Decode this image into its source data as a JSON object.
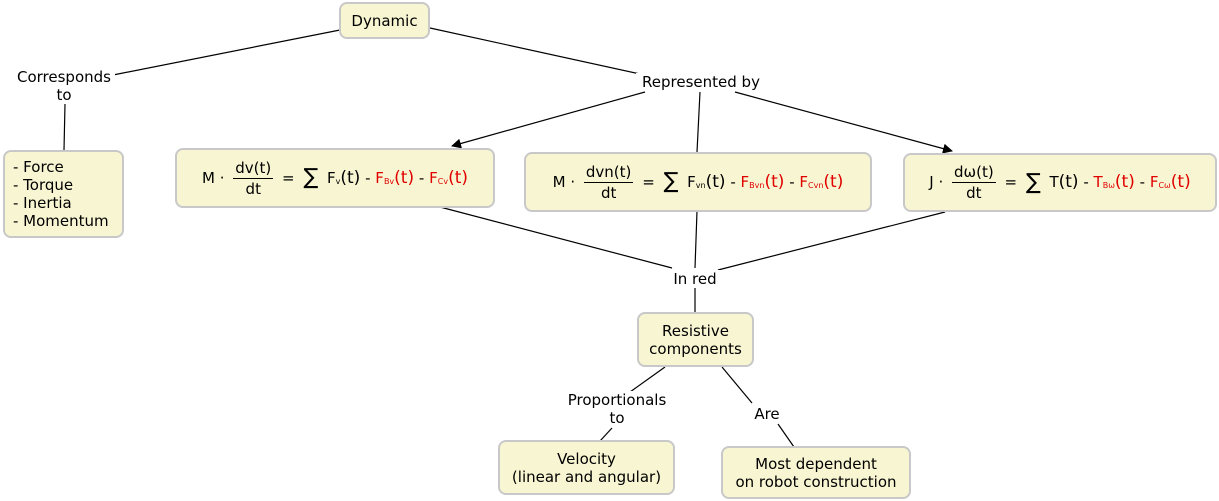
{
  "nodes": {
    "dynamic": "Dynamic",
    "list_items": [
      "- Force",
      "- Torque",
      "- Inertia",
      "- Momentum"
    ],
    "eq1": {
      "lhs": "M ·",
      "num": "dv(t)",
      "den": "dt",
      "eq": "=",
      "sum": "∑",
      "f": "F",
      "f_sub": "v",
      "t": "(t)",
      "minus1": "-",
      "r1": "F",
      "r1_sub": "Bv",
      "minus2": "-",
      "r2": "F",
      "r2_sub": "Cv"
    },
    "eq2": {
      "lhs": "M ·",
      "num": "dvn(t)",
      "den": "dt",
      "eq": "=",
      "sum": "∑",
      "f": "F",
      "f_sub": "vn",
      "t": "(t)",
      "minus1": "-",
      "r1": "F",
      "r1_sub": "Bvn",
      "minus2": "-",
      "r2": "F",
      "r2_sub": "Cvn"
    },
    "eq3": {
      "lhs": "J ·",
      "num": "dω(t)",
      "den": "dt",
      "eq": "=",
      "sum": "∑",
      "f": "T",
      "f_sub": "",
      "t": "(t)",
      "minus1": "-",
      "r1": "T",
      "r1_sub": "Bω",
      "minus2": "-",
      "r2": "F",
      "r2_sub": "Cω"
    },
    "resistive_line1": "Resistive",
    "resistive_line2": "components",
    "velocity_line1": "Velocity",
    "velocity_line2": "(linear and angular)",
    "dependent_line1": "Most dependent",
    "dependent_line2": "on robot construction"
  },
  "links": {
    "corresponds_line1": "Corresponds",
    "corresponds_line2": "to",
    "represented_by": "Represented by",
    "in_red": "In red",
    "proportionals_line1": "Proportionals",
    "proportionals_line2": "to",
    "are": "Are"
  },
  "colors": {
    "node_bg": "#f8f6d2",
    "node_border": "#c8c8c8",
    "highlight": "#e00000"
  }
}
